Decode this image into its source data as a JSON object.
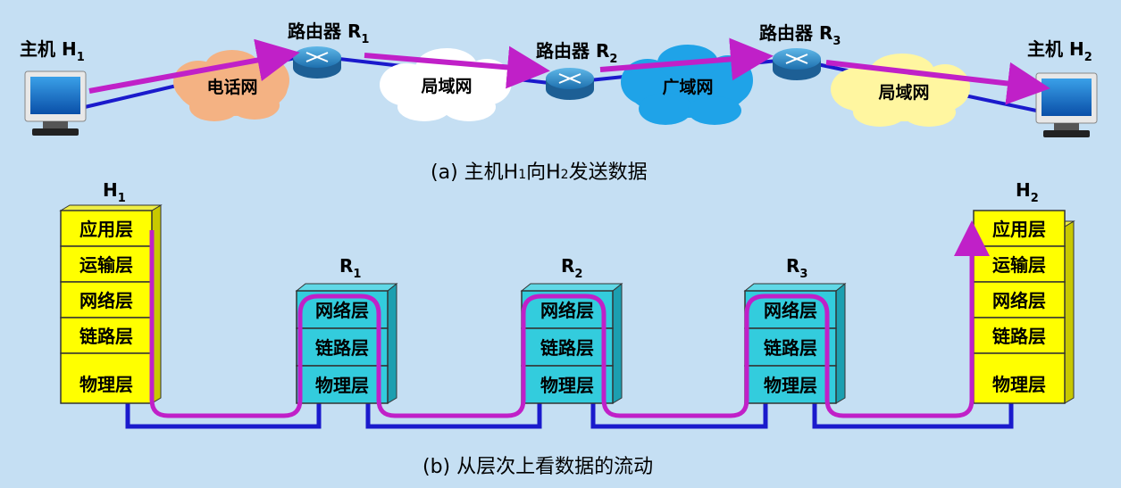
{
  "part_a": {
    "host1": {
      "label": "主机 H",
      "sub": "1"
    },
    "host2": {
      "label": "主机 H",
      "sub": "2"
    },
    "routers": [
      {
        "label": "路由器 R",
        "sub": "1"
      },
      {
        "label": "路由器 R",
        "sub": "2"
      },
      {
        "label": "路由器 R",
        "sub": "3"
      }
    ],
    "networks": [
      {
        "label": "电话网",
        "color": "#f4b283"
      },
      {
        "label": "局域网",
        "color": "#ffffff"
      },
      {
        "label": "广域网",
        "color": "#1fa3e8"
      },
      {
        "label": "局域网",
        "color": "#fff6a0"
      }
    ],
    "caption": {
      "prefix": "(a) 主机H",
      "s1": "1",
      "mid": "向H",
      "s2": "2",
      "suffix": "发送数据"
    }
  },
  "part_b": {
    "host1": {
      "label": "H",
      "sub": "1",
      "layers": [
        "应用层",
        "运输层",
        "网络层",
        "链路层",
        "物理层"
      ]
    },
    "host2": {
      "label": "H",
      "sub": "2",
      "layers": [
        "应用层",
        "运输层",
        "网络层",
        "链路层",
        "物理层"
      ]
    },
    "routers": [
      {
        "label": "R",
        "sub": "1",
        "layers": [
          "网络层",
          "链路层",
          "物理层"
        ]
      },
      {
        "label": "R",
        "sub": "2",
        "layers": [
          "网络层",
          "链路层",
          "物理层"
        ]
      },
      {
        "label": "R",
        "sub": "3",
        "layers": [
          "网络层",
          "链路层",
          "物理层"
        ]
      }
    ],
    "caption": "(b) 从层次上看数据的流动"
  },
  "colors": {
    "background": "#c5dff3",
    "host_layer": "#ffff00",
    "router_layer": "#33ccdd",
    "link": "#1a1acc",
    "flow": "#c020c8"
  }
}
